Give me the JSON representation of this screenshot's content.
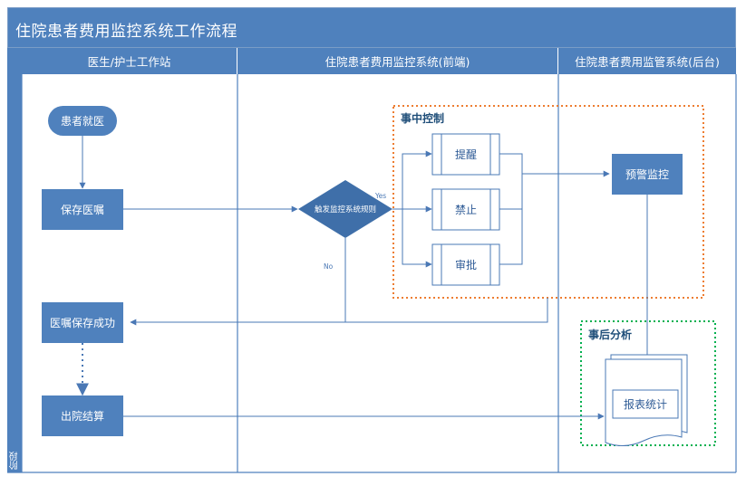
{
  "title": "住院患者费用监控系统工作流程",
  "side_label": "阶段",
  "lanes": [
    {
      "label": "医生/护士工作站"
    },
    {
      "label": "住院患者费用监控系统(前端)"
    },
    {
      "label": "住院患者费用监管系统(后台)"
    }
  ],
  "nodes": {
    "visit": "患者就医",
    "save_order": "保存医嘱",
    "trigger": "触发监控系统规则",
    "remind": "提醒",
    "forbid": "禁止",
    "approve": "审批",
    "warning": "预警监控",
    "order_saved": "医嘱保存成功",
    "discharge": "出院结算",
    "report": "报表统计"
  },
  "groups": {
    "in_process": "事中控制",
    "post_analysis": "事后分析"
  },
  "edge_labels": {
    "yes": "Yes",
    "no": "No"
  },
  "colors": {
    "header": "#4f81bd",
    "node": "#4f81bd",
    "line": "#4a78b5",
    "in_process_border": "#ed7d31",
    "post_analysis_border": "#00b050"
  }
}
